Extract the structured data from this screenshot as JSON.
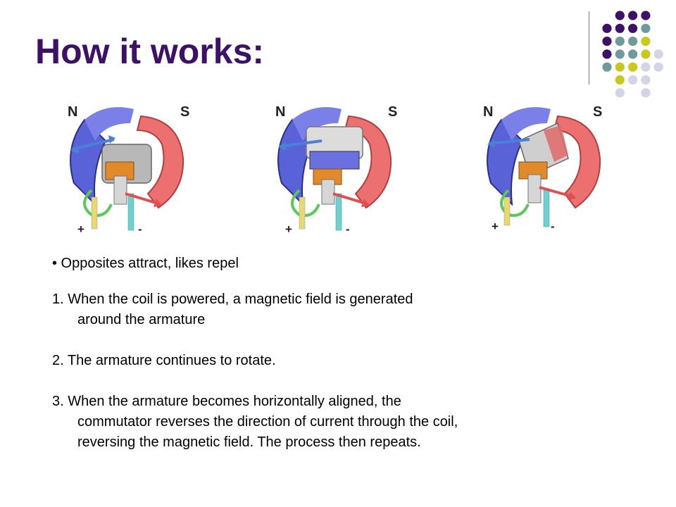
{
  "slide": {
    "title": "How it works:",
    "colors": {
      "title": "#3d1266",
      "dot_purple": "#3d1266",
      "dot_teal": "#6f9a9c",
      "dot_yellow": "#c8c81e",
      "dot_lavender": "#d4d4e8",
      "north_pole": "#5a62d8",
      "south_pole": "#ec7070"
    }
  },
  "motors": [
    {
      "north": "N",
      "south": "S",
      "plus": "+",
      "minus": "-"
    },
    {
      "north": "N",
      "south": "S",
      "plus": "+",
      "minus": "-"
    },
    {
      "north": "N",
      "south": "S",
      "plus": "+",
      "minus": "-"
    }
  ],
  "content": {
    "bullet": "• Opposites attract, likes repel",
    "steps": [
      {
        "first": "1.  When the coil is powered, a magnetic field is generated",
        "rest": "around the armature"
      },
      {
        "first": "2.  The armature continues to rotate.",
        "rest": ""
      },
      {
        "first": "3.  When the armature becomes horizontally aligned, the",
        "rest": "commutator reverses the direction of current through the coil, reversing the magnetic field. The process then repeats."
      }
    ]
  }
}
